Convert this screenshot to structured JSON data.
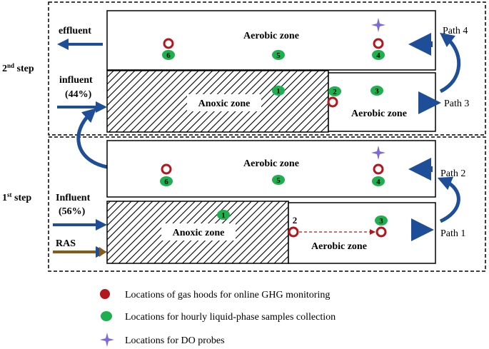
{
  "colors": {
    "arrow_blue": "#1f4e99",
    "ras_brown": "#8b5a14",
    "gas_hood_red": "#b3161c",
    "sample_green": "#1eb04f",
    "do_probe_purple": "#7e6ad6",
    "dashed_line_red": "#b3161c"
  },
  "second_step": {
    "label_main": "2",
    "label_sup": "nd",
    "label_rest": " step",
    "effluent_label": "effluent",
    "influent_label": "influent",
    "influent_pct": "(44%)",
    "aerobic_top_label": "Aerobic zone",
    "anoxic_label": "Anoxic zone",
    "aerobic_right_label": "Aerobic zone",
    "path_4": "Path 4",
    "path_3": "Path 3",
    "samples": [
      "1",
      "2",
      "3",
      "4",
      "5",
      "6"
    ]
  },
  "first_step": {
    "label_main": "1",
    "label_sup": "st",
    "label_rest": " step",
    "influent_label": "Influent",
    "influent_pct": "(56%)",
    "ras_label": "RAS",
    "aerobic_top_label": "Aerobic zone",
    "anoxic_label": "Anoxic zone",
    "aerobic_right_label": "Aerobic zone",
    "path_2": "Path 2",
    "path_1": "Path 1",
    "samples": [
      "1",
      "2",
      "3",
      "4",
      "5",
      "6"
    ]
  },
  "legend": {
    "gas_hood": "Locations of gas hoods for online GHG monitoring",
    "liquid_sample": "Locations for hourly liquid-phase samples collection",
    "do_probe": "Locations for DO probes"
  }
}
